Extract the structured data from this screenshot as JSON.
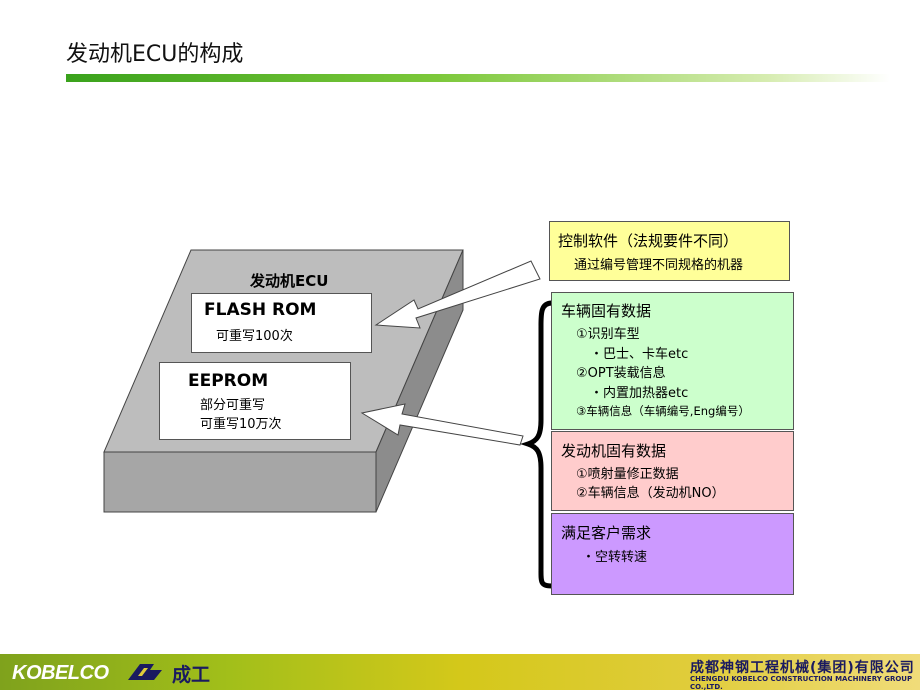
{
  "slide": {
    "title": "发动机ECU的构成"
  },
  "ecu": {
    "label": "发动机ECU",
    "flash_rom": {
      "title": "FLASH ROM",
      "note": "可重写100次"
    },
    "eeprom": {
      "title": "EEPROM",
      "note1": "部分可重写",
      "note2": "可重写10万次"
    }
  },
  "boxes": {
    "software": {
      "title": "控制软件（法规要件不同）",
      "line1": "通过编号管理不同规格的机器",
      "color": "#ffff99"
    },
    "vehicle": {
      "title": "车辆固有数据",
      "line1": "①识别车型",
      "line2": "・巴士、卡车etc",
      "line3": "②OPT装载信息",
      "line4": "・内置加热器etc",
      "line5": "③车辆信息（车辆编号,Eng编号）",
      "color": "#ccffcc"
    },
    "engine": {
      "title": "发动机固有数据",
      "line1": "①喷射量修正数据",
      "line2": "②车辆信息（发动机NO）",
      "color": "#ffcccc"
    },
    "customer": {
      "title": "满足客户需求",
      "line1": "・空转转速",
      "color": "#cc99ff"
    }
  },
  "footer": {
    "brand": "KOBELCO",
    "company_short": "成工",
    "company_cn": "成都神钢工程机械(集团)有限公司",
    "company_en": "CHENGDU KOBELCO CONSTRUCTION MACHINERY GROUP CO.,LTD."
  }
}
